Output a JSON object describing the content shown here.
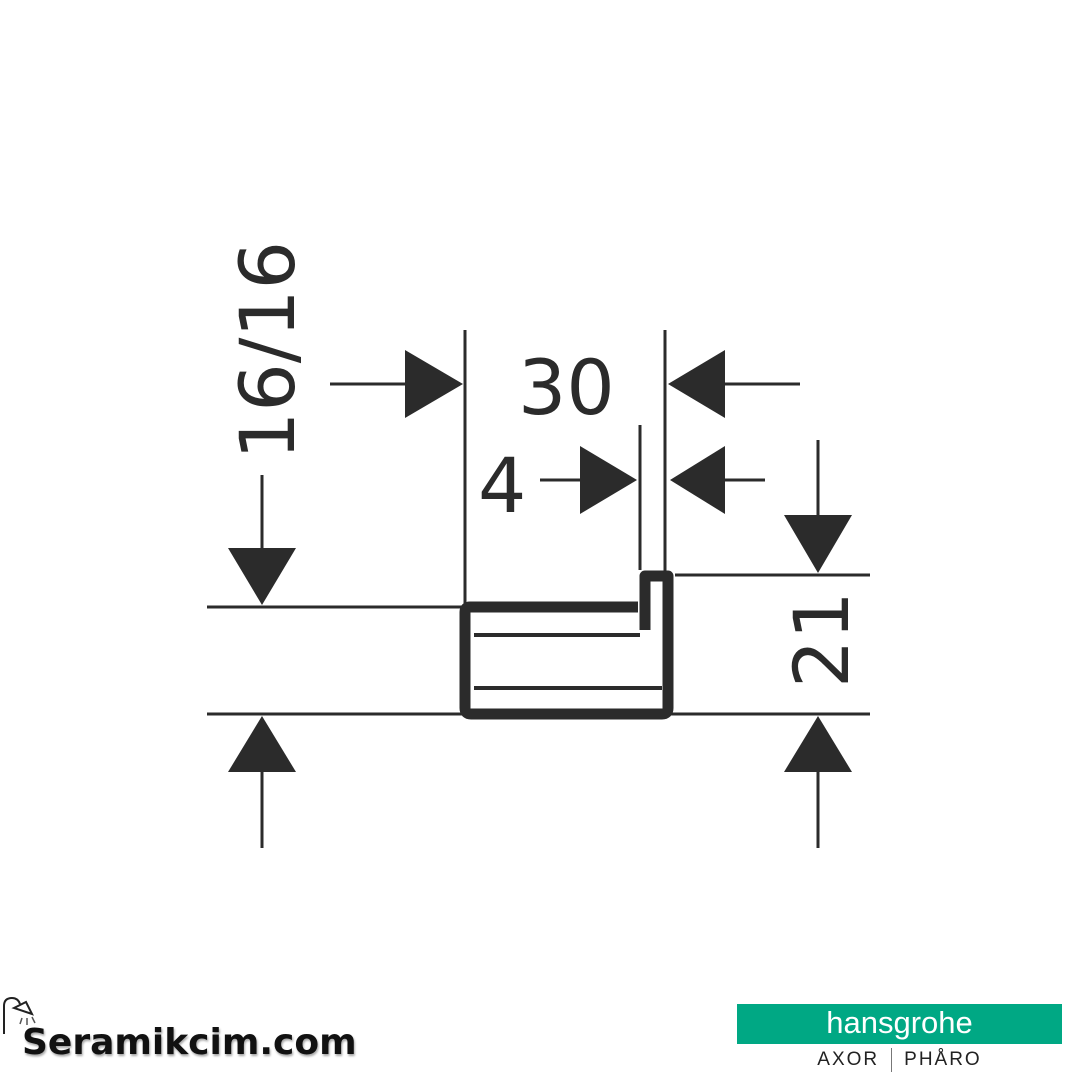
{
  "dimensions": {
    "width_total": "30",
    "width_lip": "4",
    "height": "21",
    "left_height": "16/16"
  },
  "footer": {
    "site": "Seramikcim.com",
    "brand": "hansgrohe",
    "sub_brand_1": "AXOR",
    "sub_brand_2": "PHÅRO"
  },
  "colors": {
    "line": "#2b2b2b",
    "brand": "#00a884"
  }
}
